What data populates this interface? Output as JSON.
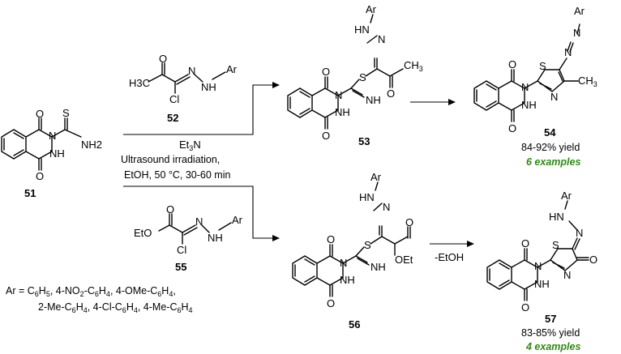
{
  "compounds": {
    "c51": "51",
    "c52": "52",
    "c53": "53",
    "c54": "54",
    "c55": "55",
    "c56": "56",
    "c57": "57"
  },
  "conditions": {
    "base": "Et3N",
    "method": "Ultrasound irradiation,",
    "solvent": "EtOH, 50 °C, 30-60 min"
  },
  "step_minus": "-EtOH",
  "results": {
    "r54_yield": "84-92% yield",
    "r54_examples": "6 examples",
    "r57_yield": "83-85% yield",
    "r57_examples": "4 examples"
  },
  "ar_def": {
    "line1": "Ar = C6H5, 4-NO2-C6H4, 4-OMe-C6H4,",
    "line2": "2-Me-C6H4, 4-Cl-C6H4, 4-Me-C6H4"
  },
  "atoms": {
    "O": "O",
    "S": "S",
    "N": "N",
    "NH": "NH",
    "HN": "HN",
    "NH2": "NH2",
    "Ar": "Ar",
    "Cl": "Cl",
    "CH3": "CH3",
    "H3C": "H3C",
    "EtO": "EtO",
    "OEt": "OEt"
  },
  "colors": {
    "examples_green": "#2e8b13"
  }
}
